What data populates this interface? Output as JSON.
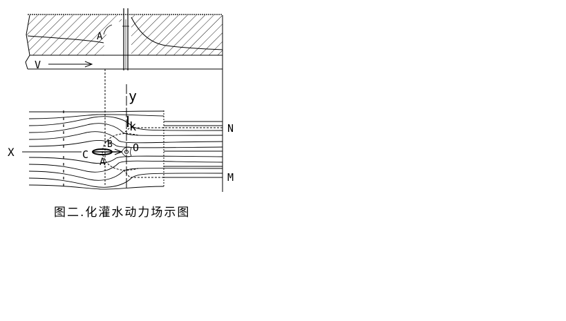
{
  "labels": {
    "a_top": "A",
    "v": "V",
    "y": "y",
    "k": "k",
    "n": "N",
    "x": "X",
    "c": "C",
    "b": "B",
    "a_bottom": "A",
    "o": "O",
    "m": "M"
  },
  "caption": "图二.化灌水动力场示图"
}
